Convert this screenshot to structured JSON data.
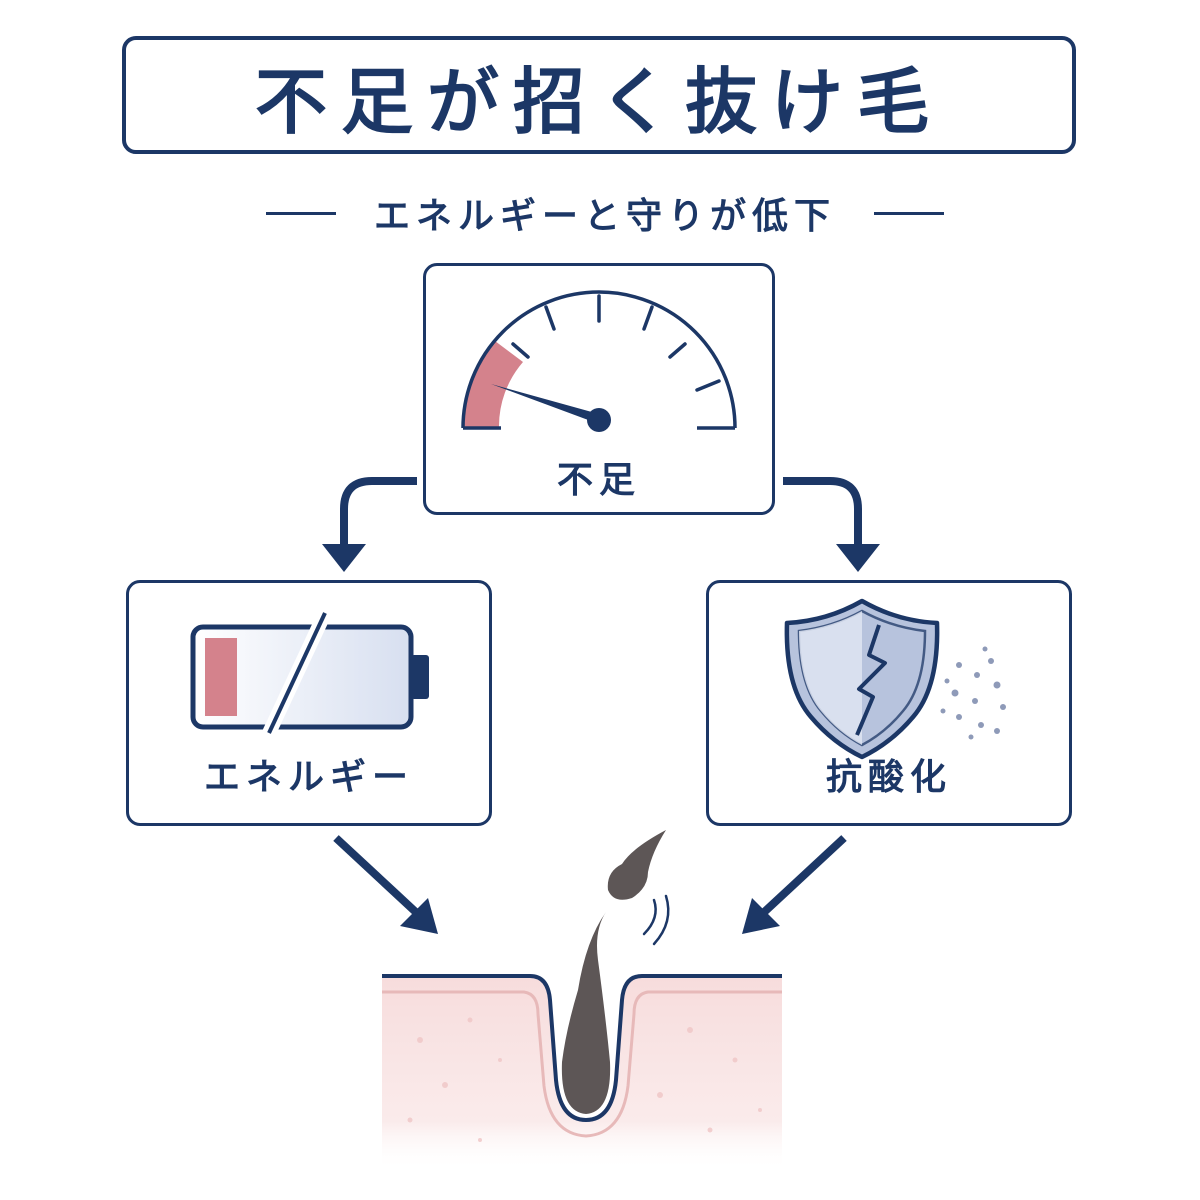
{
  "title": "不足が招く抜け毛",
  "subtitle": "エネルギーと守りが低下",
  "nodes": {
    "top": {
      "label": "不足"
    },
    "left": {
      "label": "エネルギー"
    },
    "right": {
      "label": "抗酸化"
    }
  },
  "colors": {
    "navy": "#1c3766",
    "low_red": "#d4828c",
    "shield_blue": "#b7c3dd",
    "skin": "#f7dcdc",
    "hair": "#5d5656"
  }
}
